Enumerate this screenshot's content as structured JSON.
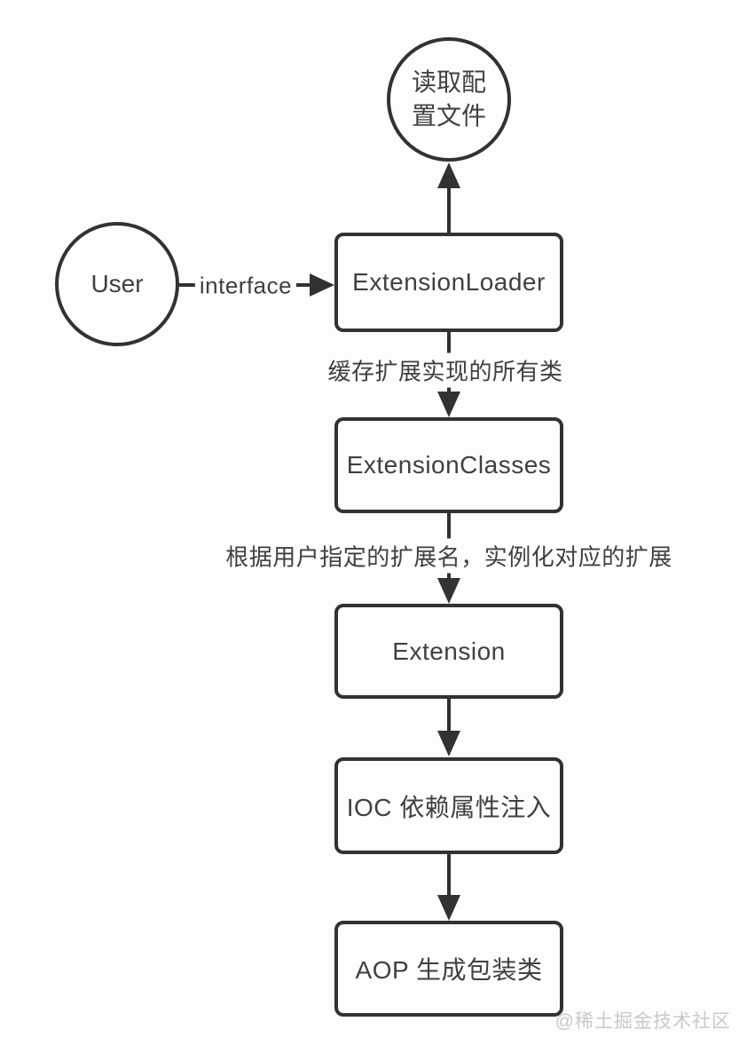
{
  "colors": {
    "background": "#fdfdfd",
    "stroke": "#323232",
    "text": "#404040",
    "watermark": "#c9c9c9"
  },
  "nodes": {
    "config_circle": {
      "line1": "读取配",
      "line2": "置文件"
    },
    "user_circle": {
      "label": "User"
    },
    "extension_loader": {
      "label": "ExtensionLoader"
    },
    "extension_classes": {
      "label": "ExtensionClasses"
    },
    "extension": {
      "label": "Extension"
    },
    "ioc_injection": {
      "label": "IOC 依赖属性注入"
    },
    "aop_wrapper": {
      "label": "AOP 生成包装类"
    }
  },
  "edge_labels": {
    "user_to_loader": "interface",
    "loader_to_classes": "缓存扩展实现的所有类",
    "classes_to_extension": "根据用户指定的扩展名，实例化对应的扩展"
  },
  "watermark": "@稀土掘金技术社区"
}
